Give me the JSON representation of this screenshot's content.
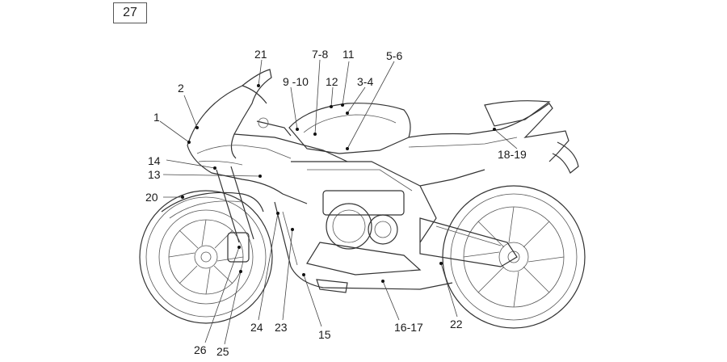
{
  "page_number": "27",
  "callouts": [
    {
      "id": "1",
      "label": "1"
    },
    {
      "id": "2",
      "label": "2"
    },
    {
      "id": "21",
      "label": "21"
    },
    {
      "id": "9-10",
      "label": "9 -10"
    },
    {
      "id": "7-8",
      "label": "7-8"
    },
    {
      "id": "12",
      "label": "12"
    },
    {
      "id": "11",
      "label": "11"
    },
    {
      "id": "3-4",
      "label": "3-4"
    },
    {
      "id": "5-6",
      "label": "5-6"
    },
    {
      "id": "14",
      "label": "14"
    },
    {
      "id": "13",
      "label": "13"
    },
    {
      "id": "20",
      "label": "20"
    },
    {
      "id": "18-19",
      "label": "18-19"
    },
    {
      "id": "24",
      "label": "24"
    },
    {
      "id": "23",
      "label": "23"
    },
    {
      "id": "15",
      "label": "15"
    },
    {
      "id": "16-17",
      "label": "16-17"
    },
    {
      "id": "22",
      "label": "22"
    },
    {
      "id": "26",
      "label": "26"
    },
    {
      "id": "25",
      "label": "25"
    }
  ]
}
